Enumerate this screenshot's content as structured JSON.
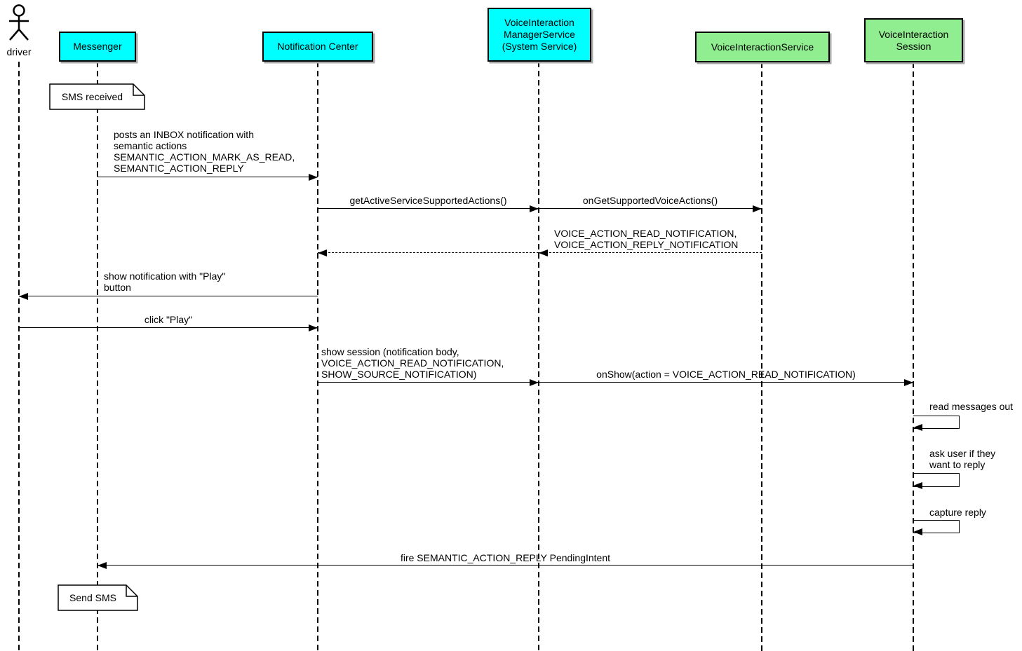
{
  "colors": {
    "participant_cyan": "#00ffff",
    "participant_green": "#90ee90",
    "line": "#000000",
    "background": "#ffffff"
  },
  "actor": {
    "label": "driver"
  },
  "participants": [
    {
      "id": "messenger",
      "label": "Messenger",
      "color": "#00ffff"
    },
    {
      "id": "notification-center",
      "label": "Notification Center",
      "color": "#00ffff"
    },
    {
      "id": "voiceinteraction-managerservice",
      "label": "VoiceInteraction\nManagerService\n(System Service)",
      "color": "#00ffff"
    },
    {
      "id": "voiceinteractionservice",
      "label": "VoiceInteractionService",
      "color": "#90ee90"
    },
    {
      "id": "voiceinteraction-session",
      "label": "VoiceInteraction\nSession",
      "color": "#90ee90"
    }
  ],
  "notes": [
    {
      "text": "SMS received",
      "anchor": "Messenger"
    },
    {
      "text": "Send SMS",
      "anchor": "Messenger"
    }
  ],
  "messages": [
    {
      "label": "posts an INBOX notification with\nsemantic actions\nSEMANTIC_ACTION_MARK_AS_READ,\nSEMANTIC_ACTION_REPLY",
      "from": "Messenger",
      "to": "Notification Center",
      "style": "solid"
    },
    {
      "label": "getActiveServiceSupportedActions()",
      "from": "Notification Center",
      "to": "VoiceInteraction ManagerService",
      "style": "solid"
    },
    {
      "label": "onGetSupportedVoiceActions()",
      "from": "VoiceInteraction ManagerService",
      "to": "VoiceInteractionService",
      "style": "solid"
    },
    {
      "label": "VOICE_ACTION_READ_NOTIFICATION,\nVOICE_ACTION_REPLY_NOTIFICATION",
      "from": "VoiceInteractionService",
      "to": "VoiceInteraction ManagerService",
      "style": "dashed"
    },
    {
      "label": "",
      "from": "VoiceInteraction ManagerService",
      "to": "Notification Center",
      "style": "dashed"
    },
    {
      "label": "show notification with \"Play\"\nbutton",
      "from": "Notification Center",
      "to": "driver",
      "style": "solid"
    },
    {
      "label": "click \"Play\"",
      "from": "driver",
      "to": "Notification Center",
      "style": "solid"
    },
    {
      "label": "show session (notification body,\nVOICE_ACTION_READ_NOTIFICATION,\nSHOW_SOURCE_NOTIFICATION)",
      "from": "Notification Center",
      "to": "VoiceInteraction ManagerService",
      "style": "solid"
    },
    {
      "label": "onShow(action = VOICE_ACTION_READ_NOTIFICATION)",
      "from": "VoiceInteraction ManagerService",
      "to": "VoiceInteraction Session",
      "style": "solid"
    },
    {
      "label": "read messages out",
      "from": "VoiceInteraction Session",
      "to": "VoiceInteraction Session",
      "style": "self"
    },
    {
      "label": "ask user if they\nwant to reply",
      "from": "VoiceInteraction Session",
      "to": "VoiceInteraction Session",
      "style": "self"
    },
    {
      "label": "capture reply",
      "from": "VoiceInteraction Session",
      "to": "VoiceInteraction Session",
      "style": "self"
    },
    {
      "label": "fire SEMANTIC_ACTION_REPLY PendingIntent",
      "from": "VoiceInteraction Session",
      "to": "Messenger",
      "style": "solid"
    }
  ]
}
